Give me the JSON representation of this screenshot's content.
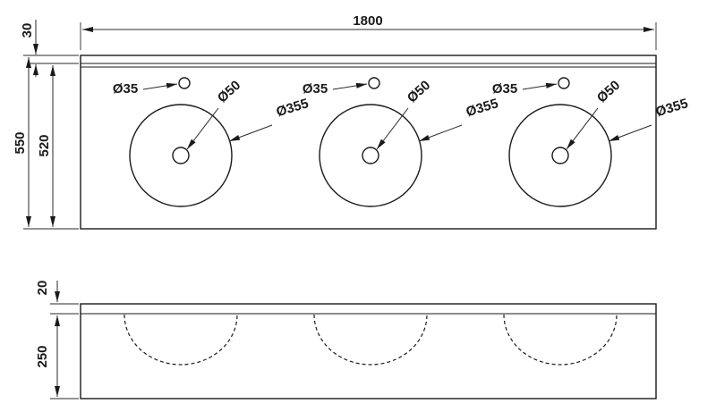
{
  "top_view": {
    "width_label": "1800",
    "backsplash_label": "30",
    "depth_label": "550",
    "inner_depth_label": "520",
    "sinks": [
      {
        "faucet": "Ø35",
        "drain": "Ø50",
        "bowl": "Ø355"
      },
      {
        "faucet": "Ø35",
        "drain": "Ø50",
        "bowl": "Ø355"
      },
      {
        "faucet": "Ø35",
        "drain": "Ø50",
        "bowl": "Ø355"
      }
    ]
  },
  "front_view": {
    "thickness_label": "20",
    "height_label": "250"
  },
  "colors": {
    "line": "#1a1a1a",
    "background": "#ffffff"
  }
}
